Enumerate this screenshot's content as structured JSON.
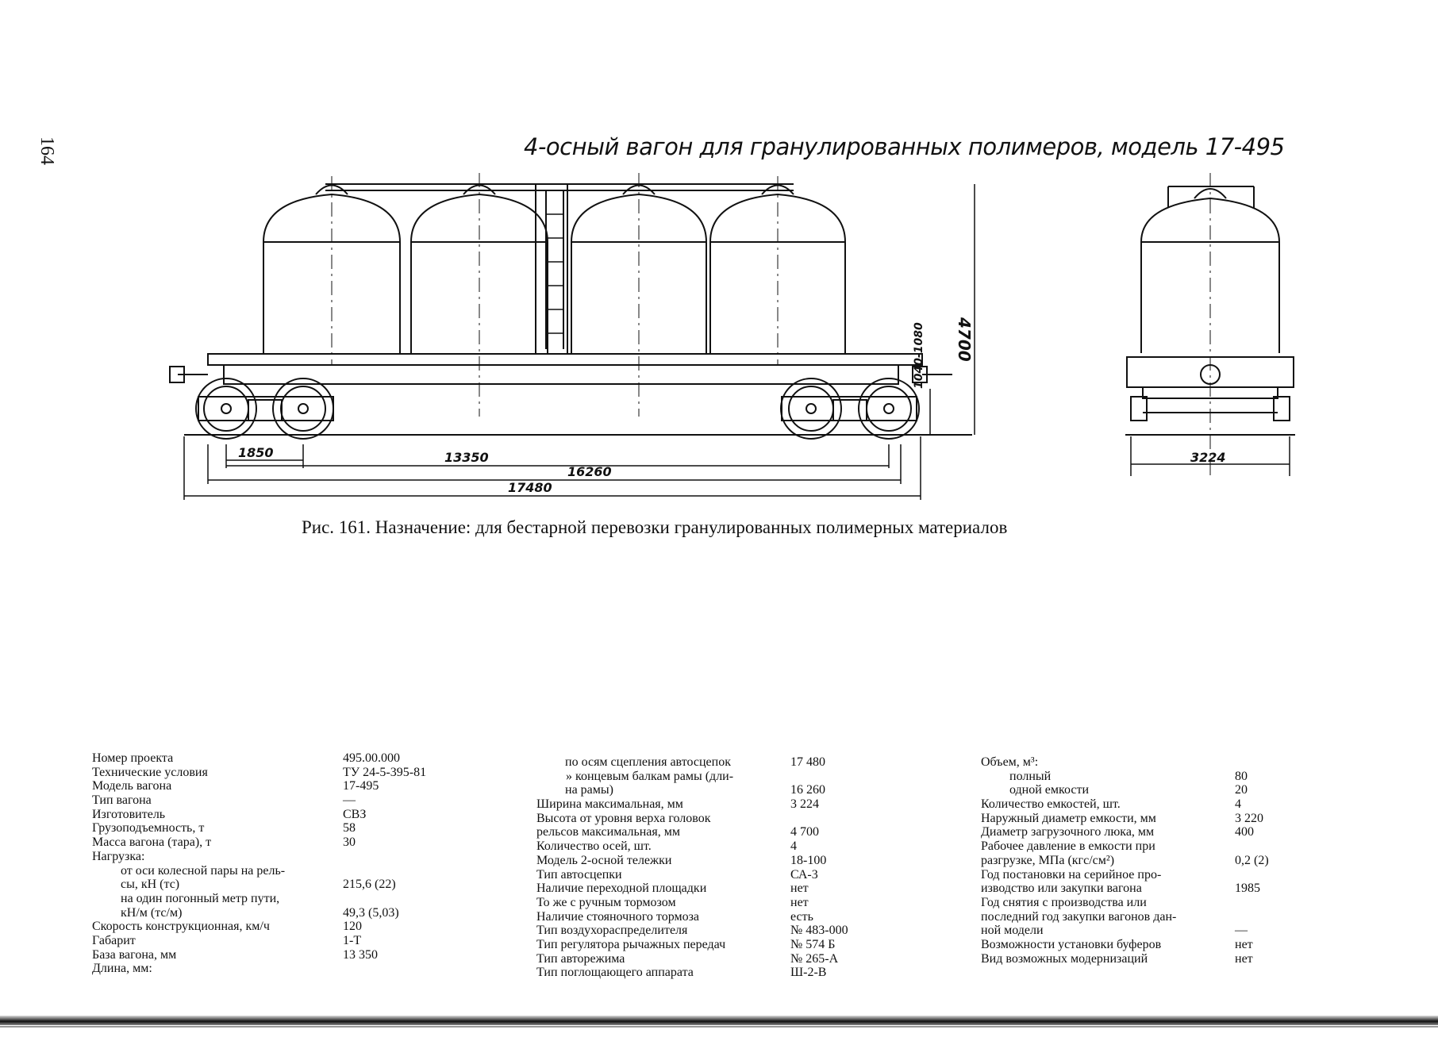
{
  "page": {
    "number": "164"
  },
  "drawing": {
    "title": "4-осный вагон для гранулированных полимеров, модель 17-495",
    "dimensions": {
      "height": "4700",
      "coupler_height": "1040-1080",
      "bogie_base": "1850",
      "wagon_base": "13350",
      "frame_length": "16260",
      "coupler_length": "17480",
      "width": "3224"
    }
  },
  "caption": "Рис. 161. Назначение: для бестарной перевозки гранулированных полимерных материалов",
  "specs": {
    "col1": [
      {
        "label": "Номер проекта",
        "value": "495.00.000"
      },
      {
        "label": "Технические условия",
        "value": "ТУ 24-5-395-81"
      },
      {
        "label": "Модель вагона",
        "value": "17-495"
      },
      {
        "label": "Тип вагона",
        "value": "—"
      },
      {
        "label": "Изготовитель",
        "value": "СВЗ"
      },
      {
        "label": "Грузоподъемность, т",
        "value": "58"
      },
      {
        "label": "Масса вагона (тара), т",
        "value": "30"
      },
      {
        "label": "Нагрузка:",
        "value": ""
      },
      {
        "label": "от оси колесной пары на рель-",
        "value": ""
      },
      {
        "label": "сы, кН (тс)",
        "value": "215,6 (22)"
      },
      {
        "label": "на один погонный метр пути,",
        "value": ""
      },
      {
        "label": "кН/м (тс/м)",
        "value": "49,3 (5,03)"
      },
      {
        "label": "Скорость конструкционная, км/ч",
        "value": "120"
      },
      {
        "label": "Габарит",
        "value": "1-Т"
      },
      {
        "label": "База вагона, мм",
        "value": "13 350"
      },
      {
        "label": "Длина, мм:",
        "value": ""
      }
    ],
    "col2": [
      {
        "label": "по осям сцепления автосцепок",
        "value": "17 480"
      },
      {
        "label": "» концевым балкам рамы (дли-",
        "value": ""
      },
      {
        "label": "на рамы)",
        "value": "16 260"
      },
      {
        "label": "Ширина максимальная, мм",
        "value": "3 224"
      },
      {
        "label": "Высота от уровня верха головок",
        "value": ""
      },
      {
        "label": "рельсов максимальная, мм",
        "value": "4 700"
      },
      {
        "label": "Количество осей, шт.",
        "value": "4"
      },
      {
        "label": "Модель 2-осной тележки",
        "value": "18-100"
      },
      {
        "label": "Тип автосцепки",
        "value": "СА-3"
      },
      {
        "label": "Наличие переходной площадки",
        "value": "нет"
      },
      {
        "label": "То же с ручным тормозом",
        "value": "нет"
      },
      {
        "label": "Наличие стояночного тормоза",
        "value": "есть"
      },
      {
        "label": "Тип воздухораспределителя",
        "value": "№ 483-000"
      },
      {
        "label": "Тип регулятора рычажных передач",
        "value": "№ 574 Б"
      },
      {
        "label": "Тип авторежима",
        "value": "№ 265-А"
      },
      {
        "label": "Тип поглощающего аппарата",
        "value": "Ш-2-В"
      }
    ],
    "col3": [
      {
        "label": "Объем, м³:",
        "value": ""
      },
      {
        "label": "полный",
        "value": "80"
      },
      {
        "label": "одной емкости",
        "value": "20"
      },
      {
        "label": "Количество емкостей, шт.",
        "value": "4"
      },
      {
        "label": "Наружный диаметр емкости, мм",
        "value": "3 220"
      },
      {
        "label": "Диаметр загрузочного люка, мм",
        "value": "400"
      },
      {
        "label": "Рабочее давление в емкости при",
        "value": ""
      },
      {
        "label": "разгрузке, МПа (кгс/см²)",
        "value": "0,2 (2)"
      },
      {
        "label": "Год постановки на серийное про-",
        "value": ""
      },
      {
        "label": "изводство или закупки вагона",
        "value": "1985"
      },
      {
        "label": "Год снятия с производства или",
        "value": ""
      },
      {
        "label": "последний год закупки вагонов дан-",
        "value": ""
      },
      {
        "label": "ной модели",
        "value": "—"
      },
      {
        "label": "Возможности установки буферов",
        "value": "нет"
      },
      {
        "label": "Вид возможных модернизаций",
        "value": "нет"
      }
    ]
  }
}
